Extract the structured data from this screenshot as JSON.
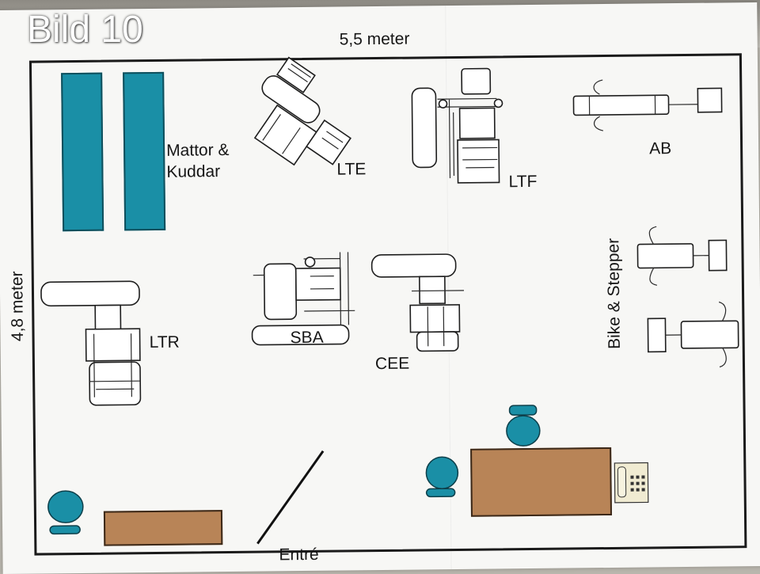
{
  "photo_caption": "Bild 10",
  "plan": {
    "width_label": "5,5 meter",
    "height_label": "4,8 meter",
    "entrance_label": "Entré",
    "areas": {
      "mats": "Mattor &",
      "mats_line2": "Kuddar",
      "bike_stepper": "Bike & Stepper"
    },
    "machines": {
      "lte": "LTE",
      "ltf": "LTF",
      "ab": "AB",
      "ltr": "LTR",
      "sba": "SBA",
      "cee": "CEE"
    }
  },
  "colors": {
    "mat": "#1a8fa6",
    "chair": "#1a8fa6",
    "desk": "#b88457",
    "walls": "#1a1a1a"
  },
  "icons": {
    "chair": "office-chair-icon",
    "computer": "computer-icon",
    "phone": "telephone-icon"
  }
}
